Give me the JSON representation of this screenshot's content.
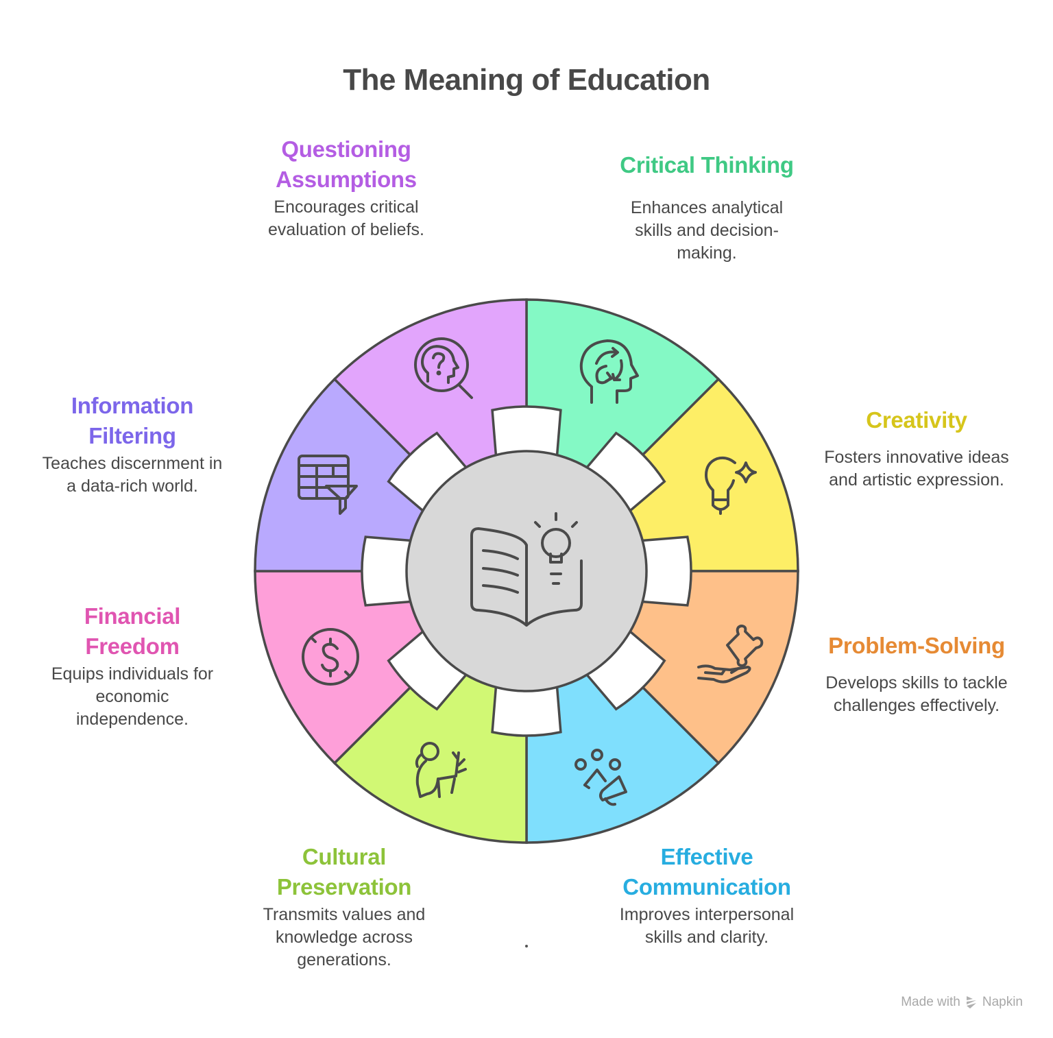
{
  "title": "The Meaning of Education",
  "center_icon": "open-book-lightbulb-icon",
  "segments": [
    {
      "name": "Critical Thinking",
      "title_lines": [
        "Critical Thinking"
      ],
      "description": [
        "Enhances analytical",
        "skills and decision-",
        "making."
      ],
      "fill": "#84f9c5",
      "text_color": "#3fc984",
      "icon": "head-cycle-icon"
    },
    {
      "name": "Creativity",
      "title_lines": [
        "Creativity"
      ],
      "description": [
        "Fosters innovative ideas",
        "and artistic expression."
      ],
      "fill": "#fdee66",
      "text_color": "#d6c51b",
      "icon": "lightbulb-sparkle-icon"
    },
    {
      "name": "Problem-Solving",
      "title_lines": [
        "Problem-Solving"
      ],
      "description": [
        "Develops skills to tackle",
        "challenges effectively."
      ],
      "fill": "#fec089",
      "text_color": "#e68a34",
      "icon": "hand-puzzle-icon"
    },
    {
      "name": "Effective Communication",
      "title_lines": [
        "Effective",
        "Communication"
      ],
      "description": [
        "Improves interpersonal",
        "skills and clarity."
      ],
      "fill": "#7fdffd",
      "text_color": "#27ade0",
      "icon": "megaphone-people-icon"
    },
    {
      "name": "Cultural Preservation",
      "title_lines": [
        "Cultural",
        "Preservation"
      ],
      "description": [
        "Transmits values and",
        "knowledge across",
        "generations."
      ],
      "fill": "#d1f874",
      "text_color": "#8dc33a",
      "icon": "person-plant-icon"
    },
    {
      "name": "Financial Freedom",
      "title_lines": [
        "Financial",
        "Freedom"
      ],
      "description": [
        "Equips individuals for",
        "economic",
        "independence."
      ],
      "fill": "#fe9fd9",
      "text_color": "#e055b1",
      "icon": "dollar-circle-icon"
    },
    {
      "name": "Information Filtering",
      "title_lines": [
        "Information",
        "Filtering"
      ],
      "description": [
        "Teaches discernment in",
        "a data-rich world."
      ],
      "fill": "#b9a9fe",
      "text_color": "#7c66ea",
      "icon": "table-filter-icon"
    },
    {
      "name": "Questioning Assumptions",
      "title_lines": [
        "Questioning",
        "Assumptions"
      ],
      "description": [
        "Encourages critical",
        "evaluation of beliefs."
      ],
      "fill": "#e2a5fc",
      "text_color": "#b45de3",
      "icon": "head-question-search-icon"
    }
  ],
  "colors": {
    "outline": "#4a4a4a",
    "center_fill": "#d8d8d8",
    "notch_fill": "#ffffff"
  },
  "footer": {
    "made_with": "Made with",
    "brand": "Napkin"
  }
}
